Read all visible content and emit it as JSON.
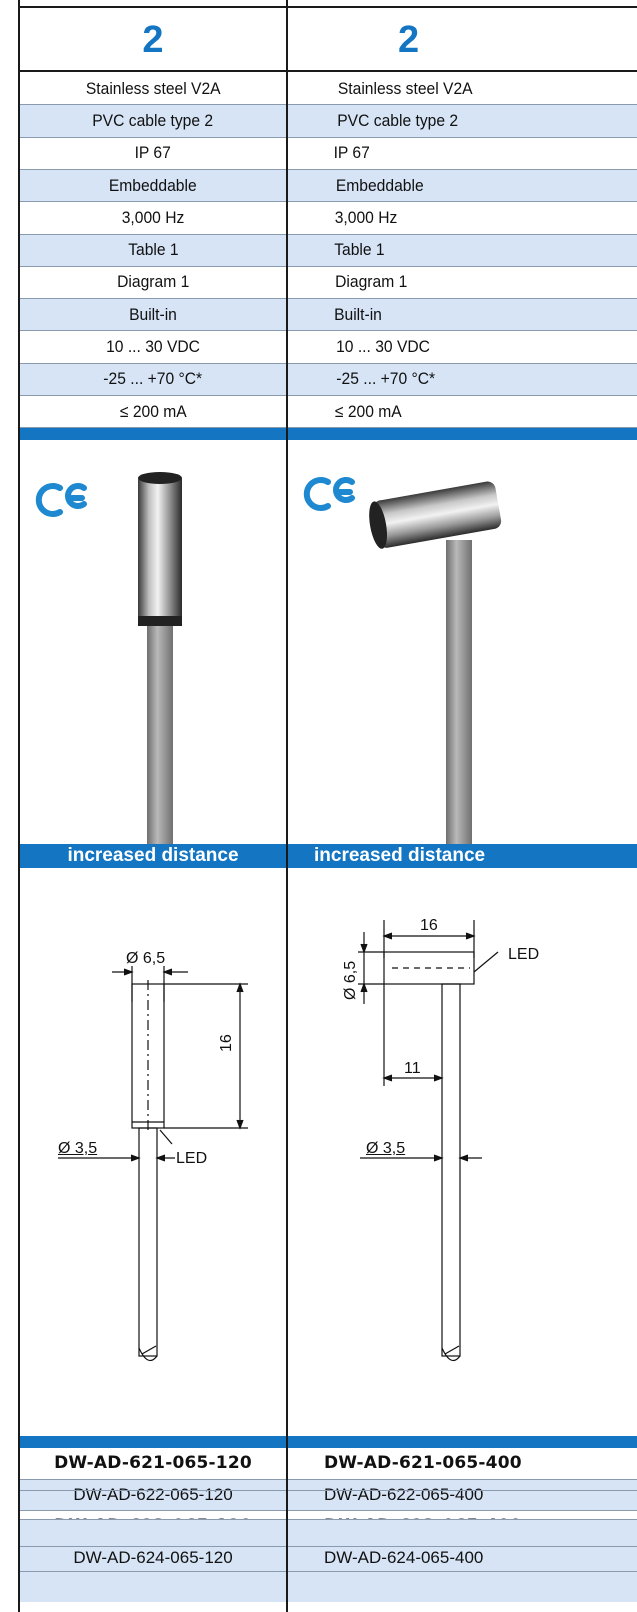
{
  "header": {
    "col1_number": "2",
    "col2_number": "2"
  },
  "specs": [
    {
      "col1": "Stainless steel V2A",
      "col2": "Stainless steel V2A"
    },
    {
      "col1": "PVC cable type 2",
      "col2": "PVC cable type 2"
    },
    {
      "col1": "IP 67",
      "col2": "IP 67"
    },
    {
      "col1": "Embeddable",
      "col2": "Embeddable"
    },
    {
      "col1": "3,000 Hz",
      "col2": "3,000 Hz"
    },
    {
      "col1": "Table 1",
      "col2": "Table 1"
    },
    {
      "col1": "Diagram 1",
      "col2": "Diagram 1"
    },
    {
      "col1": "Built-in",
      "col2": "Built-in"
    },
    {
      "col1": "10 ... 30 VDC",
      "col2": "10 ... 30 VDC"
    },
    {
      "col1": "-25 ... +70 °C*",
      "col2": "-25 ... +70 °C*"
    },
    {
      "col1": "≤ 200 mA",
      "col2": "≤ 200 mA"
    }
  ],
  "labels": {
    "col1": "increased distance",
    "col2": "increased distance"
  },
  "drawing": {
    "col1": {
      "dia_head": "Ø 6,5",
      "length": "16",
      "led": "LED",
      "dia_cable": "Ø 3,5"
    },
    "col2": {
      "dia_head": "Ø 6,5",
      "length": "16",
      "led": "LED",
      "offset": "11",
      "dia_cable": "Ø 3,5"
    }
  },
  "codes": [
    {
      "col1": "DW-AD-621-065-120",
      "col2": "DW-AD-621-065-400",
      "bold": true
    },
    {
      "col1": "DW-AD-622-065-120",
      "col2": "DW-AD-622-065-400",
      "bold": false
    },
    {
      "col1": "DW-AD-623-065-120",
      "col2": "DW-AD-623-065-400",
      "bold": true
    },
    {
      "col1": "DW-AD-624-065-120",
      "col2": "DW-AD-624-065-400",
      "bold": false
    }
  ],
  "colors": {
    "accent": "#1476c2",
    "row_tint": "#d6e4f6"
  }
}
